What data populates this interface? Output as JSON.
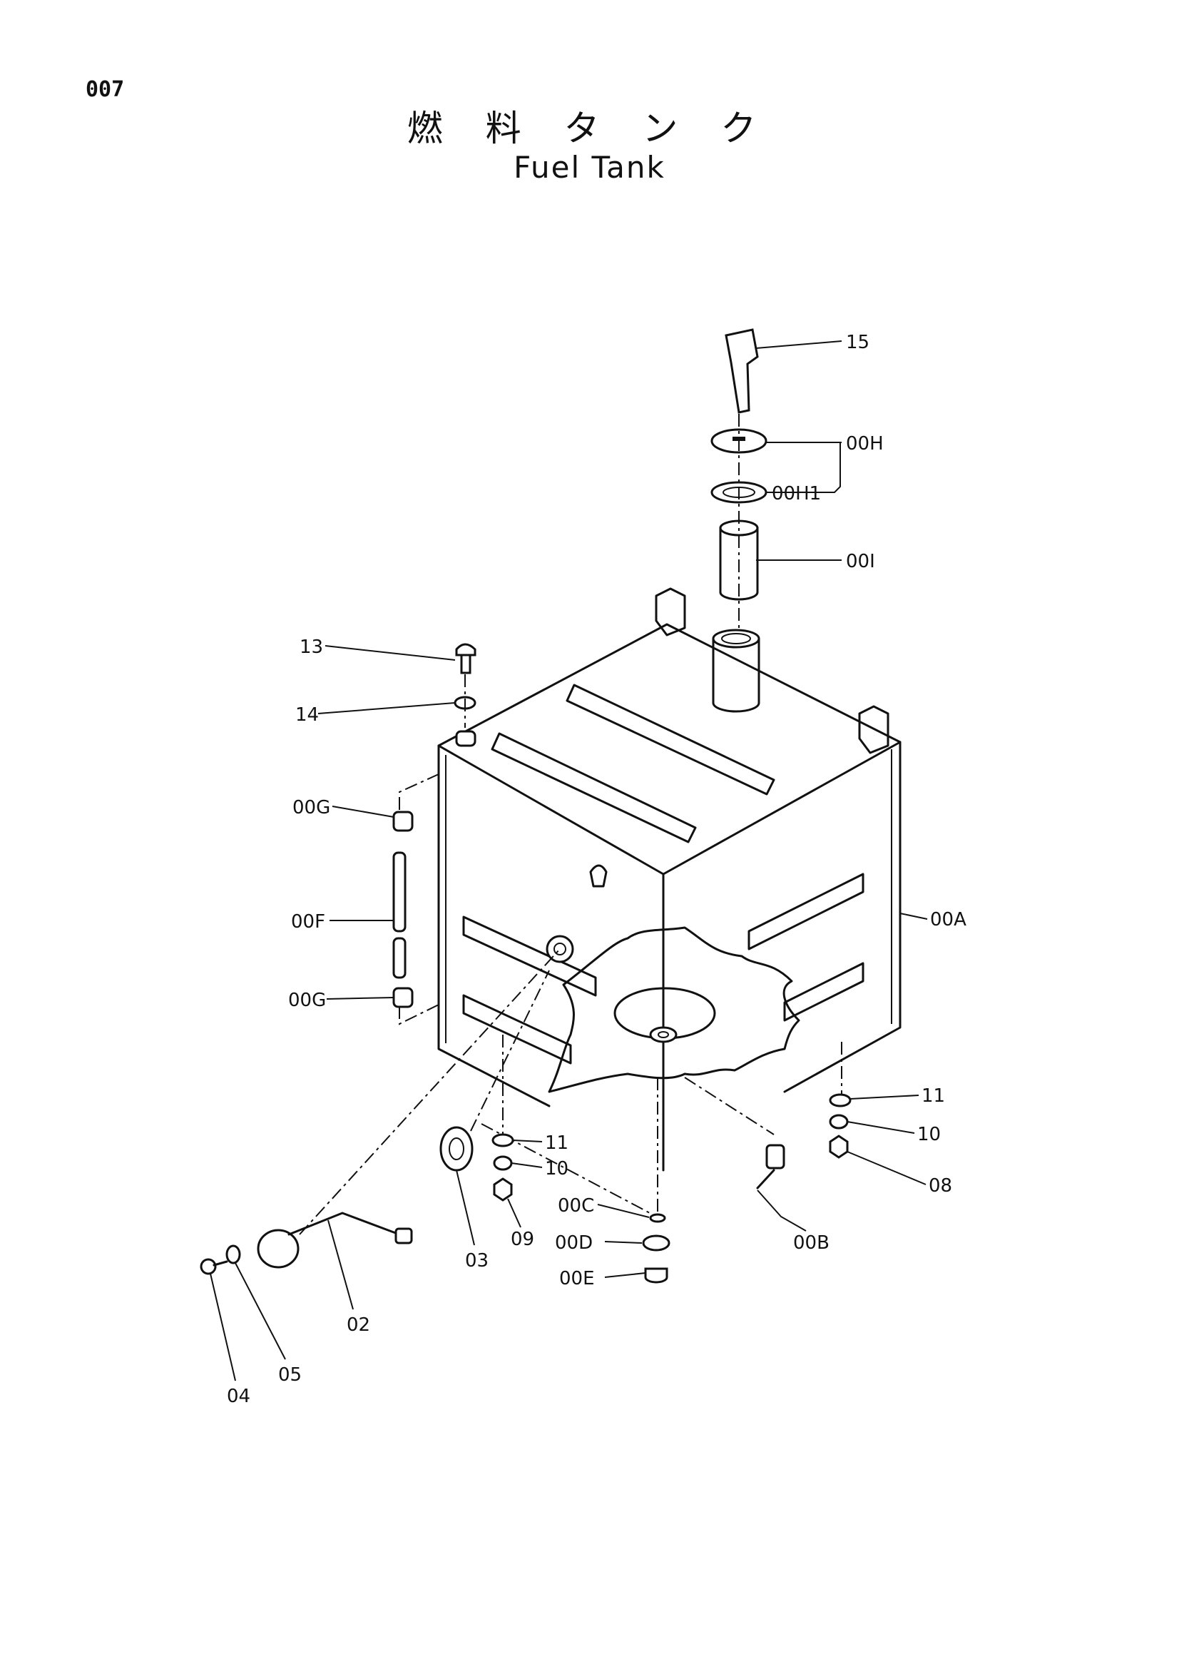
{
  "page_number": "007",
  "title_jp": "燃 料 タ ン ク",
  "title_en": "Fuel Tank",
  "callouts": {
    "c15": "15",
    "c00H": "00H",
    "c00H1": "00H1",
    "c00I": "00I",
    "c13": "13",
    "c14": "14",
    "c00G_top": "00G",
    "c00F": "00F",
    "c00G_bottom": "00G",
    "c00A": "00A",
    "c11_right": "11",
    "c10_right": "10",
    "c08": "08",
    "c11_left": "11",
    "c10_left": "10",
    "c09": "09",
    "c00C": "00C",
    "c00D": "00D",
    "c00E": "00E",
    "c00B": "00B",
    "c03": "03",
    "c02": "02",
    "c05": "05",
    "c04": "04"
  }
}
